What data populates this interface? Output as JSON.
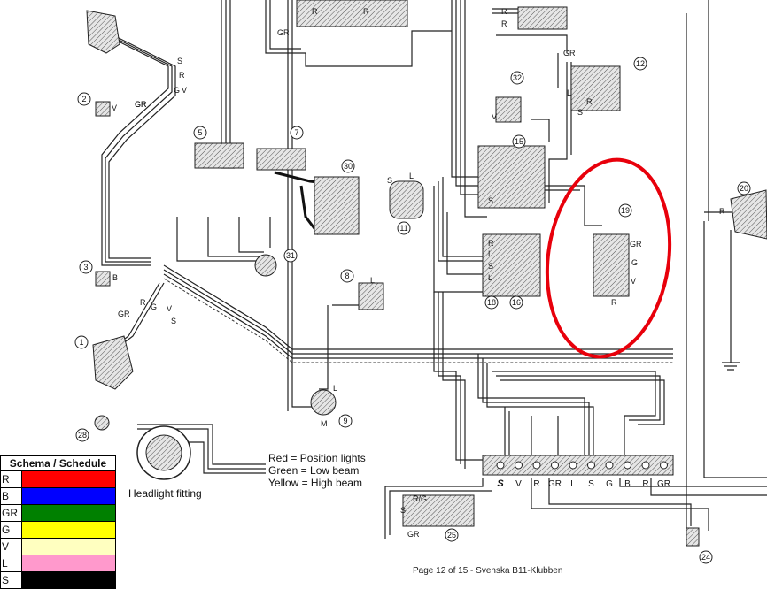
{
  "component_numbers": [
    "1",
    "2",
    "3",
    "5",
    "7",
    "8",
    "9",
    "11",
    "12",
    "15",
    "16",
    "18",
    "19",
    "20",
    "24",
    "25",
    "28",
    "30",
    "31",
    "32"
  ],
  "wire_codes": {
    "comp1": [
      "S",
      "GR",
      "V",
      "G",
      "R"
    ],
    "comp2": [
      "V",
      "GR"
    ],
    "comp3": [
      "B",
      "GR",
      "R",
      "G",
      "S",
      "V"
    ],
    "comp7": [
      "GR"
    ],
    "comp8": [
      "L"
    ],
    "comp9": [
      "M",
      "L"
    ],
    "comp11": [
      "S",
      "L"
    ],
    "comp12": [
      "GR",
      "L",
      "S",
      "R"
    ],
    "comp15": [
      "S",
      "L",
      "S",
      "R",
      "L"
    ],
    "comp19": [
      "GR",
      "G",
      "V",
      "R"
    ],
    "comp20": [
      "R"
    ],
    "comp25": [
      "R/G",
      "S",
      "GR"
    ],
    "comp32": [
      "V"
    ],
    "top": [
      "R",
      "R",
      "R",
      "R"
    ]
  },
  "terminal_strip": {
    "labels": [
      "S",
      "V",
      "R",
      "GR",
      "L",
      "S",
      "G",
      "B",
      "R",
      "GR"
    ]
  },
  "headlight": {
    "caption": "Headlight fitting",
    "notes": [
      "Red = Position lights",
      "Green = Low beam",
      "Yellow = High beam"
    ]
  },
  "legend": {
    "title": "Schema / Schedule",
    "rows": [
      {
        "code": "R",
        "color": "#ff0000"
      },
      {
        "code": "B",
        "color": "#0000ff"
      },
      {
        "code": "GR",
        "color": "#008000"
      },
      {
        "code": "G",
        "color": "#ffff00"
      },
      {
        "code": "V",
        "color": "#ffffc0"
      },
      {
        "code": "L",
        "color": "#ff99cc"
      },
      {
        "code": "S",
        "color": "#000000"
      }
    ]
  },
  "highlight_color": "#e8000b",
  "footer": "Page 12 of 15 -  Svenska B11-Klubben"
}
